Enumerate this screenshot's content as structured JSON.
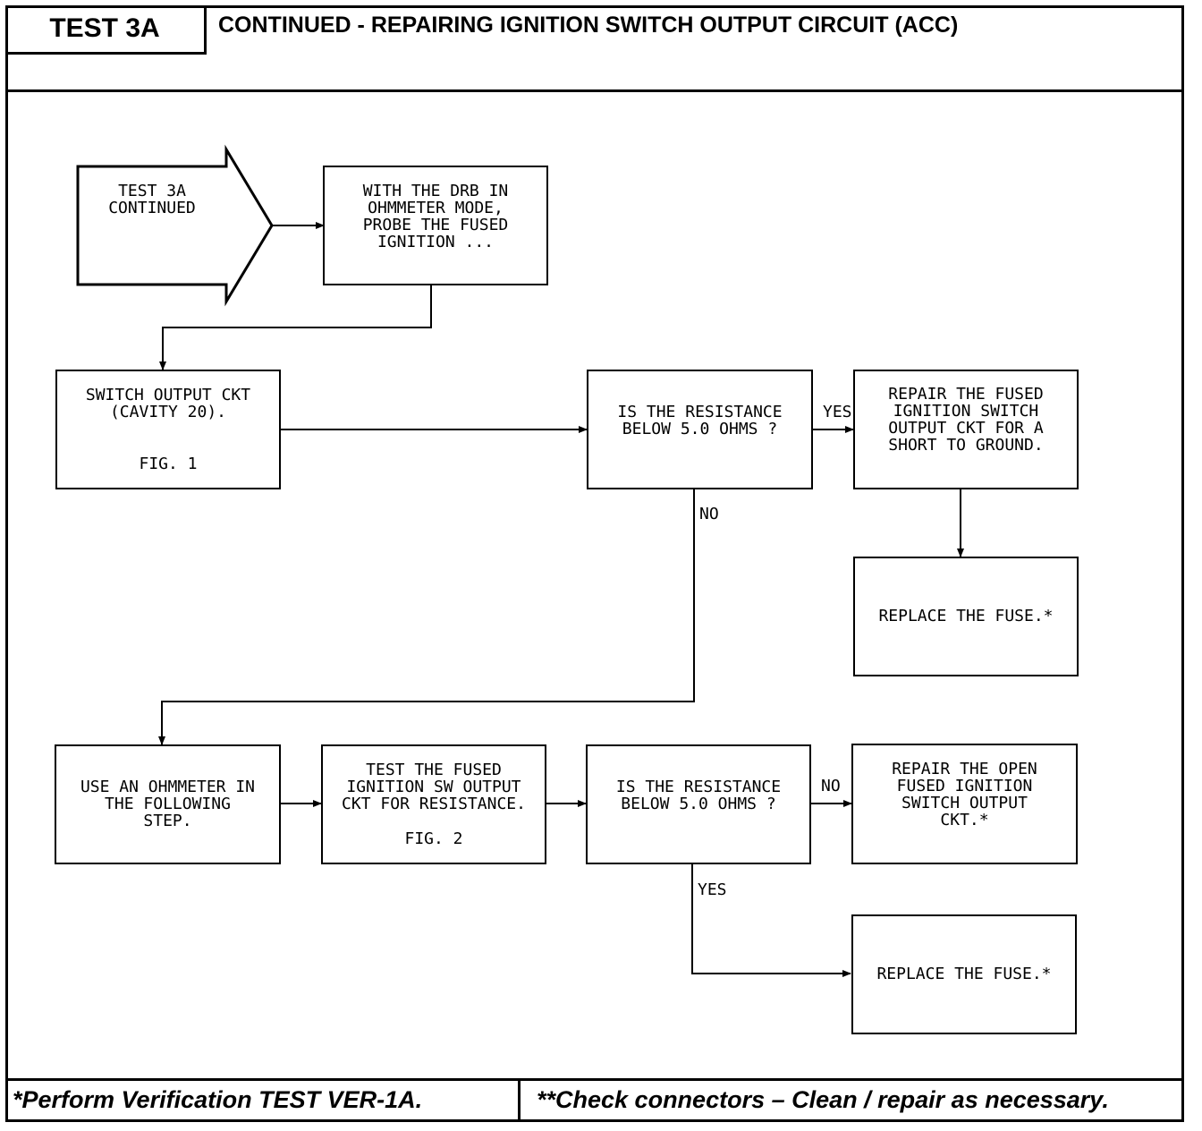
{
  "header": {
    "test_id": "TEST 3A",
    "title": "CONTINUED -  REPAIRING IGNITION SWITCH OUTPUT CIRCUIT (ACC)"
  },
  "footer": {
    "left": "*Perform Verification TEST VER-1A.",
    "right": "**Check connectors – Clean / repair as necessary."
  },
  "nodes": {
    "start": "TEST 3A\nCONTINUED",
    "probe": "WITH THE DRB IN\nOHMMETER MODE,\nPROBE THE FUSED\nIGNITION ...",
    "switch_ckt": "SWITCH OUTPUT CKT\n(CAVITY 20).",
    "switch_fig": "FIG. 1",
    "decision1": "IS THE RESISTANCE\nBELOW 5.0 OHMS ?",
    "repair_short": "REPAIR THE FUSED\nIGNITION SWITCH\nOUTPUT CKT FOR A\nSHORT TO GROUND.",
    "replace_fuse1": "REPLACE THE FUSE.*",
    "use_ohmmeter": "USE AN OHMMETER IN\nTHE FOLLOWING\nSTEP.",
    "test_fused": "TEST THE FUSED\nIGNITION SW OUTPUT\nCKT FOR RESISTANCE.",
    "test_fig": "FIG. 2",
    "decision2": "IS THE RESISTANCE\nBELOW 5.0 OHMS ?",
    "repair_open": "REPAIR THE OPEN\nFUSED IGNITION\nSWITCH OUTPUT\nCKT.*",
    "replace_fuse2": "REPLACE THE FUSE.*"
  },
  "edge_labels": {
    "d1_yes": "YES",
    "d1_no": "NO",
    "d2_no": "NO",
    "d2_yes": "YES"
  }
}
